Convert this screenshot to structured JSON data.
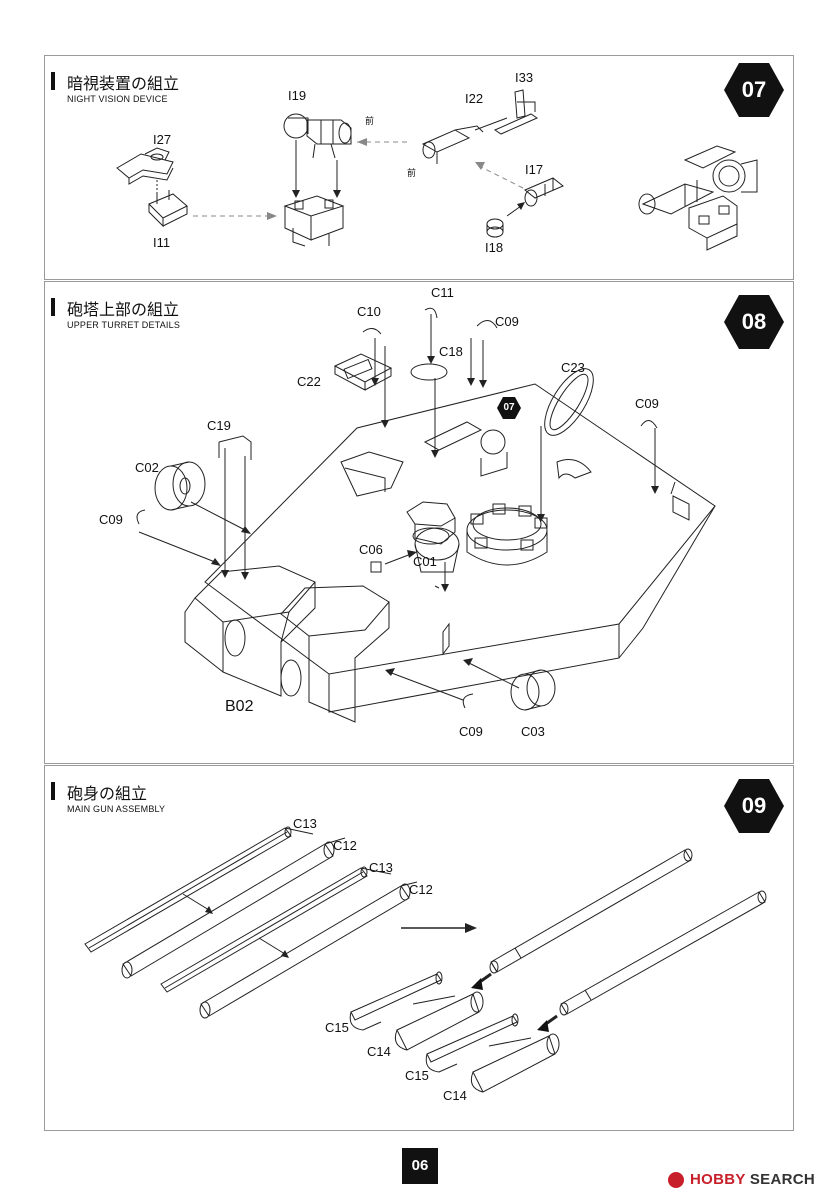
{
  "steps": [
    {
      "number": "07",
      "title_jp": "暗視装置の組立",
      "title_en": "NIGHT VISION DEVICE",
      "parts": [
        "I27",
        "I11",
        "I19",
        "I22",
        "I33",
        "I17",
        "I18"
      ],
      "front_mark": "前"
    },
    {
      "number": "08",
      "title_jp": "砲塔上部の組立",
      "title_en": "UPPER TURRET DETAILS",
      "parts": [
        "C10",
        "C11",
        "C09",
        "C18",
        "C22",
        "C23",
        "C09",
        "C19",
        "C02",
        "C09",
        "C06",
        "C01",
        "B02",
        "C09",
        "C03"
      ],
      "subassembly_ref": "07"
    },
    {
      "number": "09",
      "title_jp": "砲身の組立",
      "title_en": "MAIN GUN ASSEMBLY",
      "parts": [
        "C13",
        "C12",
        "C13",
        "C12",
        "C15",
        "C14",
        "C15",
        "C14"
      ]
    }
  ],
  "page_number": "06",
  "watermark": {
    "brand": "HOBBY",
    "rest": " SEARCH"
  }
}
